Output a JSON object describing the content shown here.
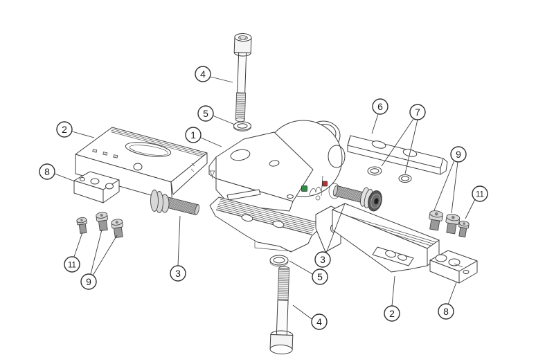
{
  "diagram": {
    "kind": "exploded-assembly-line-drawing",
    "background_color": "#ffffff",
    "line_color": "#3d3d3d",
    "balloon_fill": "#ffffff",
    "balloon_stroke": "#2f2f2f",
    "marker_colors": {
      "green": "#2e8b45",
      "red": "#b23535"
    },
    "callouts": [
      {
        "label": "4",
        "part": "socket-head-cap-screw-top"
      },
      {
        "label": "5",
        "part": "washer-top"
      },
      {
        "label": "1",
        "part": "main-body"
      },
      {
        "label": "2",
        "part": "left-slide-plate"
      },
      {
        "label": "8",
        "part": "left-clamp-block"
      },
      {
        "label": "6",
        "part": "clamp-bar"
      },
      {
        "label": "7",
        "part": "seal-rings"
      },
      {
        "label": "9",
        "part": "button-screws-right"
      },
      {
        "label": "11",
        "part": "countersunk-screw-right"
      },
      {
        "label": "11",
        "part": "countersunk-screw-left"
      },
      {
        "label": "9",
        "part": "button-screws-left"
      },
      {
        "label": "3",
        "part": "thumbscrew-left"
      },
      {
        "label": "3",
        "part": "thumbscrew-right"
      },
      {
        "label": "5",
        "part": "washer-bottom"
      },
      {
        "label": "4",
        "part": "socket-head-cap-screw-bottom"
      },
      {
        "label": "2",
        "part": "right-slide-plate"
      },
      {
        "label": "8",
        "part": "right-clamp-block"
      }
    ]
  }
}
